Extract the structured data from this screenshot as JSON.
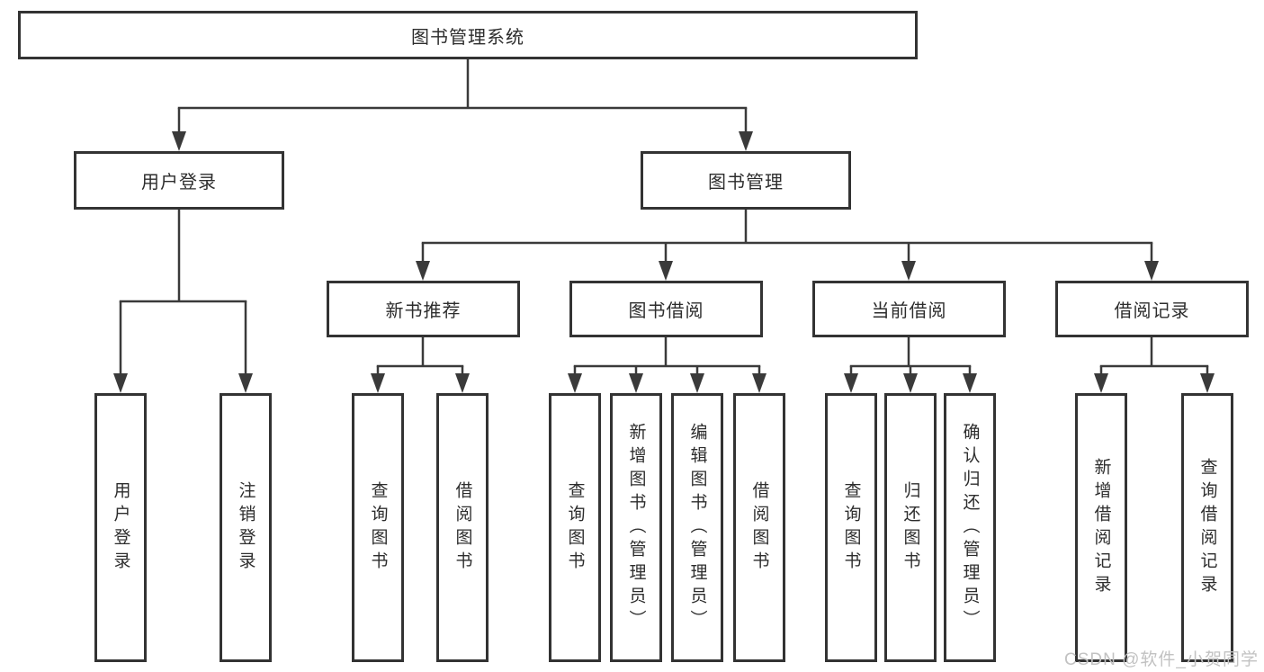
{
  "diagram": {
    "root": {
      "label": "图书管理系统"
    },
    "level2": [
      {
        "label": "用户登录"
      },
      {
        "label": "图书管理"
      }
    ],
    "level3": [
      {
        "label": "新书推荐"
      },
      {
        "label": "图书借阅"
      },
      {
        "label": "当前借阅"
      },
      {
        "label": "借阅记录"
      }
    ],
    "leaves": {
      "user_login": [
        {
          "label": "用户登录"
        },
        {
          "label": "注销登录"
        }
      ],
      "new_book": [
        {
          "label": "查询图书"
        },
        {
          "label": "借阅图书"
        }
      ],
      "book_borrow": [
        {
          "label": "查询图书"
        },
        {
          "label": "新增图书（管理员）"
        },
        {
          "label": "编辑图书（管理员）"
        },
        {
          "label": "借阅图书"
        }
      ],
      "current_borrow": [
        {
          "label": "查询图书"
        },
        {
          "label": "归还图书"
        },
        {
          "label": "确认归还（管理员）"
        }
      ],
      "borrow_records": [
        {
          "label": "新增借阅记录"
        },
        {
          "label": "查询借阅记录"
        }
      ]
    }
  },
  "watermark": {
    "text": "CSDN @软件_小贺同学"
  },
  "colors": {
    "line": "#3a3a3a",
    "border": "#333333",
    "text": "#2d2d2d",
    "watermark": "#c2c2c2"
  }
}
